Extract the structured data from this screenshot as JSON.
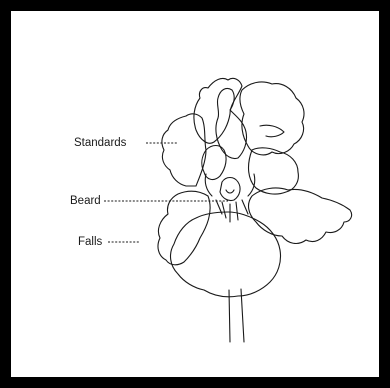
{
  "labels": {
    "standards": "Standards",
    "beard": "Beard",
    "falls": "Falls"
  },
  "colors": {
    "border": "#000000",
    "background": "#ffffff",
    "ink": "#1a1a1a"
  }
}
